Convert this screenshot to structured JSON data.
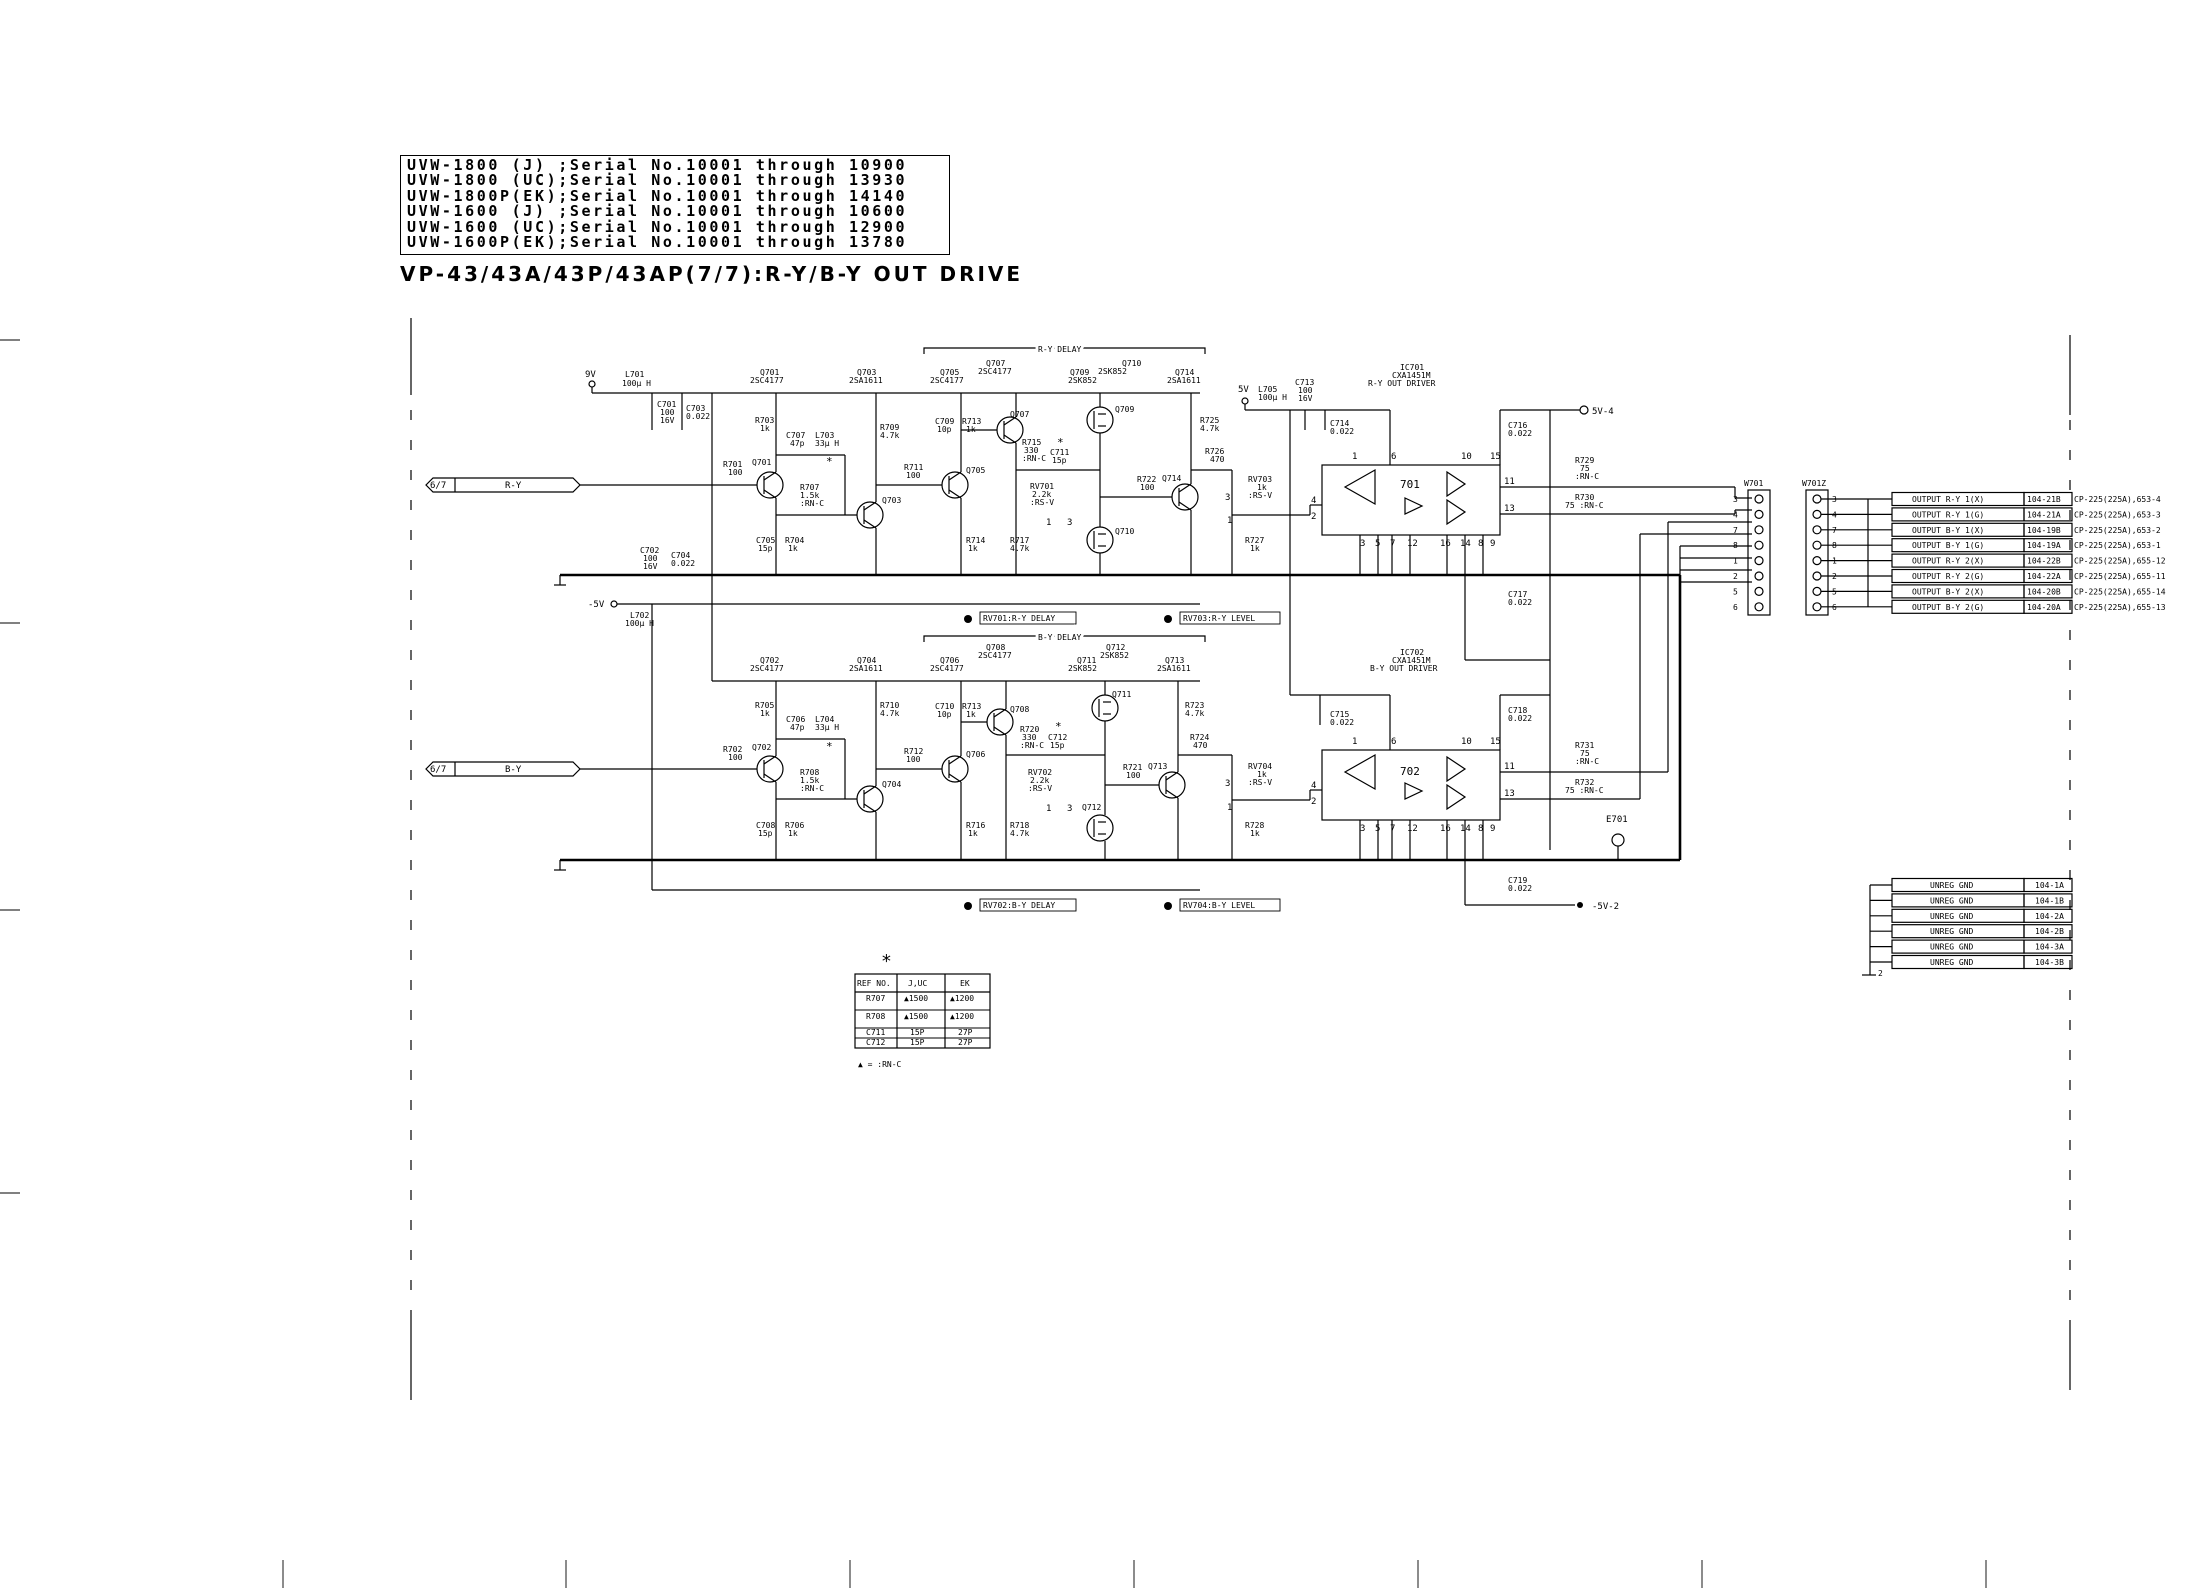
{
  "serial_lines": [
    "UVW-1800 (J) ;Serial No.10001 through 10900",
    "UVW-1800 (UC);Serial No.10001 through 13930",
    "UVW-1800P(EK);Serial No.10001 through 14140",
    "UVW-1600 (J) ;Serial No.10001 through 10600",
    "UVW-1600 (UC);Serial No.10001 through 12900",
    "UVW-1600P(EK);Serial No.10001 through 13780"
  ],
  "title": "VP-43/43A/43P/43AP(7/7):R-Y/B-Y OUT DRIVE",
  "inputs": [
    {
      "ref": "6/7",
      "signal": "R-Y"
    },
    {
      "ref": "6/7",
      "signal": "B-Y"
    }
  ],
  "ry": {
    "delay": "R-Y DELAY",
    "transistors": [
      {
        "ref": "Q701",
        "type": "2SC4177"
      },
      {
        "ref": "Q703",
        "type": "2SA1611"
      },
      {
        "ref": "Q705",
        "type": "2SC4177"
      },
      {
        "ref": "Q707",
        "type": "2SC4177"
      },
      {
        "ref": "Q709",
        "type": "2SK852"
      },
      {
        "ref": "Q710",
        "type": "2SK852"
      },
      {
        "ref": "Q714",
        "type": "2SA1611"
      }
    ],
    "adj1": "RV701:R-Y DELAY",
    "adj2": "RV703:R-Y LEVEL",
    "ic_ref": "IC701",
    "ic_type": "CXA1451M",
    "ic_name": "R-Y OUT DRIVER",
    "ic_num": "701"
  },
  "by": {
    "delay": "B-Y DELAY",
    "transistors": [
      {
        "ref": "Q702",
        "type": "2SC4177"
      },
      {
        "ref": "Q704",
        "type": "2SA1611"
      },
      {
        "ref": "Q706",
        "type": "2SC4177"
      },
      {
        "ref": "Q708",
        "type": "2SC4177"
      },
      {
        "ref": "Q711",
        "type": "2SK852"
      },
      {
        "ref": "Q712",
        "type": "2SK852"
      },
      {
        "ref": "Q713",
        "type": "2SA1611"
      }
    ],
    "adj1": "RV702:B-Y DELAY",
    "adj2": "RV704:B-Y LEVEL",
    "ic_ref": "IC702",
    "ic_type": "CXA1451M",
    "ic_name": "B-Y OUT DRIVER",
    "ic_num": "702"
  },
  "rails": {
    "v9": "9V",
    "v5": "5V",
    "neg5": "-5V",
    "v5_4": "5V-4",
    "neg5_2": "-5V-2"
  },
  "connectors": {
    "w701": "W701",
    "w701z": "W701Z",
    "e701": "E701"
  },
  "outputs": [
    {
      "pin": "3",
      "label": "OUTPUT R-Y 1(X)",
      "code": "104-21B",
      "dest": "CP-225(225A),653-4"
    },
    {
      "pin": "4",
      "label": "OUTPUT R-Y 1(G)",
      "code": "104-21A",
      "dest": "CP-225(225A),653-3"
    },
    {
      "pin": "7",
      "label": "OUTPUT B-Y 1(X)",
      "code": "104-19B",
      "dest": "CP-225(225A),653-2"
    },
    {
      "pin": "8",
      "label": "OUTPUT B-Y 1(G)",
      "code": "104-19A",
      "dest": "CP-225(225A),653-1"
    },
    {
      "pin": "1",
      "label": "OUTPUT R-Y 2(X)",
      "code": "104-22B",
      "dest": "CP-225(225A),655-12"
    },
    {
      "pin": "2",
      "label": "OUTPUT R-Y 2(G)",
      "code": "104-22A",
      "dest": "CP-225(225A),655-11"
    },
    {
      "pin": "5",
      "label": "OUTPUT B-Y 2(X)",
      "code": "104-20B",
      "dest": "CP-225(225A),655-14"
    },
    {
      "pin": "6",
      "label": "OUTPUT B-Y 2(G)",
      "code": "104-20A",
      "dest": "CP-225(225A),655-13"
    }
  ],
  "gnd": {
    "labels": [
      "UNREG GND",
      "UNREG GND",
      "UNREG GND",
      "UNREG GND",
      "UNREG GND",
      "UNREG GND"
    ],
    "codes": [
      "104-1A",
      "104-1B",
      "104-2A",
      "104-2B",
      "104-3A",
      "104-3B"
    ],
    "pin": "2"
  },
  "ref_table": {
    "asterisk": "*",
    "headers": [
      "REF NO.",
      "J,UC",
      "EK"
    ],
    "rows": [
      [
        "R707",
        "▲1500",
        "▲1200"
      ],
      [
        "R708",
        "▲1500",
        "▲1200"
      ],
      [
        "C711",
        "15P",
        "27P"
      ],
      [
        "C712",
        "15P",
        "27P"
      ]
    ],
    "note": "▲ = :RN-C"
  },
  "parts": {
    "L701": "L701",
    "L701v": "100μ H",
    "C701": "C701",
    "C701v1": "100",
    "C701v2": "16V",
    "C703": "C703",
    "C703v": "0.022",
    "C702": "C702",
    "C702v1": "100",
    "C702v2": "16V",
    "C704": "C704",
    "C704v": "0.022",
    "L702": "L702",
    "L702v": "100μ H",
    "R701": "R701",
    "R701v": "100",
    "R703": "R703",
    "R703v": "1k",
    "C707": "C707",
    "C707v": "47p",
    "L703": "L703",
    "L703v": "33μ H",
    "R707": "R707",
    "R707v": "1.5k",
    "R707n": ":RN-C",
    "C705": "C705",
    "C705v": "15p",
    "R704": "R704",
    "R704v": "1k",
    "R709": "R709",
    "R709v": "4.7k",
    "R711": "R711",
    "R711v": "100",
    "C709": "C709",
    "C709v": "10p",
    "R713": "R713",
    "R713v": "1k",
    "R715": "R715",
    "R715v": "330",
    "R715n": ":RN-C",
    "C711": "C711",
    "C711v": "15p",
    "RV701": "RV701",
    "RV701v": "2.2k",
    "RV701n": ":RS-V",
    "R714": "R714",
    "R714v": "1k",
    "R717": "R717",
    "R717v": "4.7k",
    "R722": "R722",
    "R722v": "100",
    "R725": "R725",
    "R725v": "4.7k",
    "R726": "R726",
    "R726v": "470",
    "RV703": "RV703",
    "RV703v": "1k",
    "RV703n": ":RS-V",
    "R727": "R727",
    "R727v": "1k",
    "L705": "L705",
    "L705v": "100μ H",
    "C713": "C713",
    "C713v1": "100",
    "C713v2": "16V",
    "C714": "C714",
    "C714v": "0.022",
    "C716": "C716",
    "C716v": "0.022",
    "C717": "C717",
    "C717v": "0.022",
    "R729": "R729",
    "R729v": "75",
    "R729n": ":RN-C",
    "R730": "R730",
    "R730v": "75 :RN-C",
    "R705": "R705",
    "R705v": "1k",
    "C706": "C706",
    "C706v": "47p",
    "L704": "L704",
    "L704v": "33μ H",
    "R702": "R702",
    "R702v": "100",
    "R708": "R708",
    "R708v": "1.5k",
    "R708n": ":RN-C",
    "C708": "C708",
    "C708v": "15p",
    "R706": "R706",
    "R706v": "1k",
    "R710": "R710",
    "R710v": "4.7k",
    "R712": "R712",
    "R712v": "100",
    "C710": "C710",
    "C710v": "10p",
    "R716": "R716",
    "R716v": "1k",
    "R720": "R720",
    "R720v": "330",
    "R720n": ":RN-C",
    "C712": "C712",
    "C712v": "15p",
    "RV702": "RV702",
    "RV702v": "2.2k",
    "RV702n": ":RS-V",
    "R718": "R718",
    "R718v": "4.7k",
    "R721": "R721",
    "R721v": "100",
    "R723": "R723",
    "R723v": "4.7k",
    "R724": "R724",
    "R724v": "470",
    "RV704": "RV704",
    "RV704v": "1k",
    "RV704n": ":RS-V",
    "R728": "R728",
    "R728v": "1k",
    "C715": "C715",
    "C715v": "0.022",
    "C718": "C718",
    "C718v": "0.022",
    "C719": "C719",
    "C719v": "0.022",
    "R731": "R731",
    "R731v": "75",
    "R731n": ":RN-C",
    "R732": "R732",
    "R732v": "75 :RN-C",
    "star": "*"
  },
  "ic_pins": {
    "p1": "1",
    "p3": "3",
    "p4": "4",
    "p2": "2",
    "p5": "5",
    "p6": "6",
    "p7": "7",
    "p8": "8",
    "p9": "9",
    "p10": "10",
    "p11": "11",
    "p12": "12",
    "p13": "13",
    "p14": "14",
    "p15": "15",
    "p16": "16"
  }
}
